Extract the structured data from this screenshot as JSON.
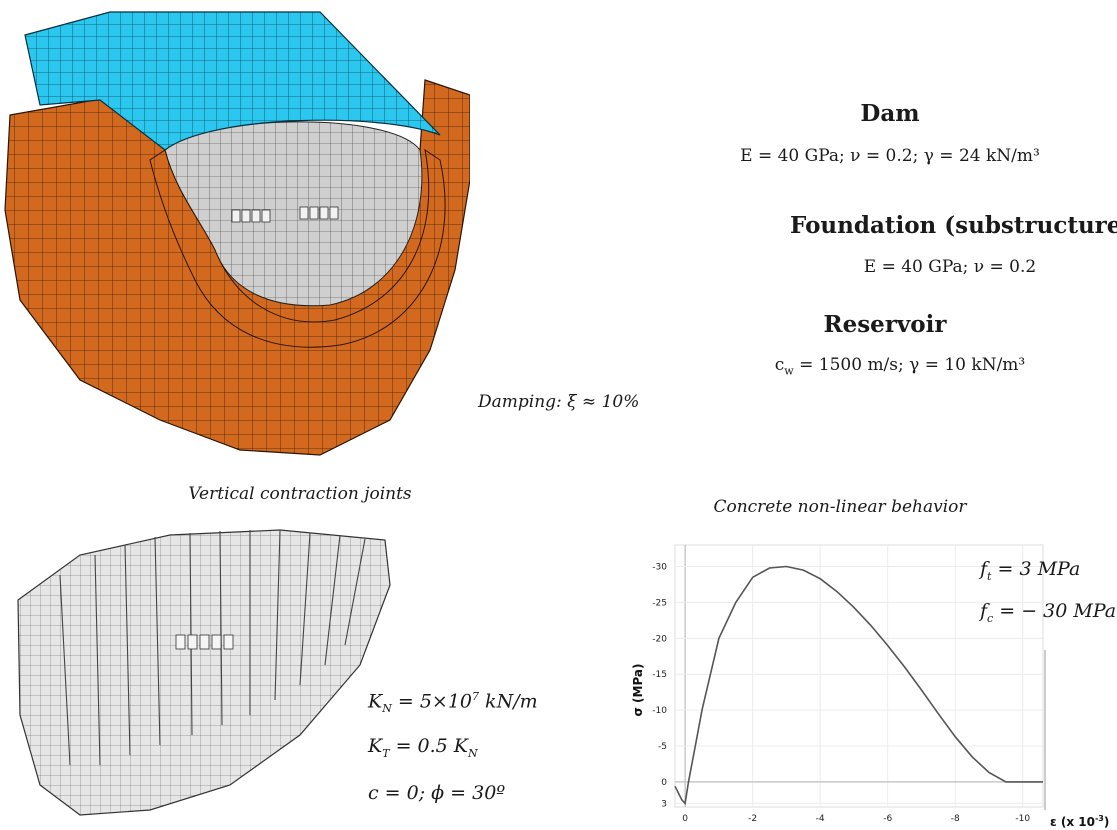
{
  "dam": {
    "title": "Dam",
    "props": "E = 40 GPa;  ν = 0.2; γ = 24 kN/m³"
  },
  "foundation": {
    "title": "Foundation (substructure)",
    "props": "E = 40 GPa;  ν = 0.2"
  },
  "reservoir": {
    "title": "Reservoir",
    "cw": "c",
    "cw_sub": "w",
    "props_rest": " = 1500 m/s; γ = 10 kN/m³"
  },
  "damping": "Damping: ξ ≈ 10%",
  "joints": {
    "caption": "Vertical contraction joints",
    "kn_sym": "K",
    "kn_sub": "N",
    "kn_rest": " = 5×10",
    "kn_exp": "7",
    "kn_unit": " kN/m",
    "kt_sym": "K",
    "kt_sub": "T",
    "kt_rest": " = 0.5 K",
    "kt_sub2": "N",
    "friction": "c = 0; ϕ = 30º"
  },
  "concrete": {
    "caption": "Concrete non-linear behavior",
    "ft_sym": "f",
    "ft_sub": "t",
    "ft_rest": " = 3 MPa",
    "fc_sym": "f",
    "fc_sub": "c",
    "fc_rest": " = − 30 MPa"
  },
  "colors": {
    "dam_mesh": "#2bc7ee",
    "foundation": "#d2691e",
    "reservoir_surface": "#cfcfcf",
    "curve": "#555555"
  },
  "chart_data": {
    "type": "line",
    "xlabel": "ε (x 10",
    "xlabel_exp": "-3",
    "xlabel_end": ")",
    "ylabel": "σ (MPa)",
    "x_ticks": [
      "0",
      "-2",
      "-4",
      "-6",
      "-8",
      "-10"
    ],
    "y_ticks": [
      "3",
      "0",
      "-5",
      "-10",
      "-15",
      "-20",
      "-25",
      "-30"
    ],
    "xlim": [
      0.3,
      -10.6
    ],
    "ylim": [
      3.5,
      -33
    ],
    "series": [
      {
        "x": [
          0.3,
          0.1,
          0.0,
          -0.1,
          -0.3,
          -0.5,
          -1.0,
          -1.5,
          -2.0,
          -2.5,
          -3.0,
          -3.5,
          -4.0,
          -4.5,
          -5.0,
          -5.5,
          -6.0,
          -6.5,
          -7.0,
          -7.5,
          -8.0,
          -8.5,
          -9.0,
          -9.5
        ],
        "y": [
          0.6,
          2.5,
          3.0,
          0,
          -5,
          -10,
          -20,
          -25,
          -28.5,
          -29.8,
          -30,
          -29.5,
          -28.3,
          -26.5,
          -24.3,
          -21.8,
          -19.0,
          -16.0,
          -12.8,
          -9.5,
          -6.3,
          -3.5,
          -1.3,
          0
        ]
      }
    ]
  }
}
